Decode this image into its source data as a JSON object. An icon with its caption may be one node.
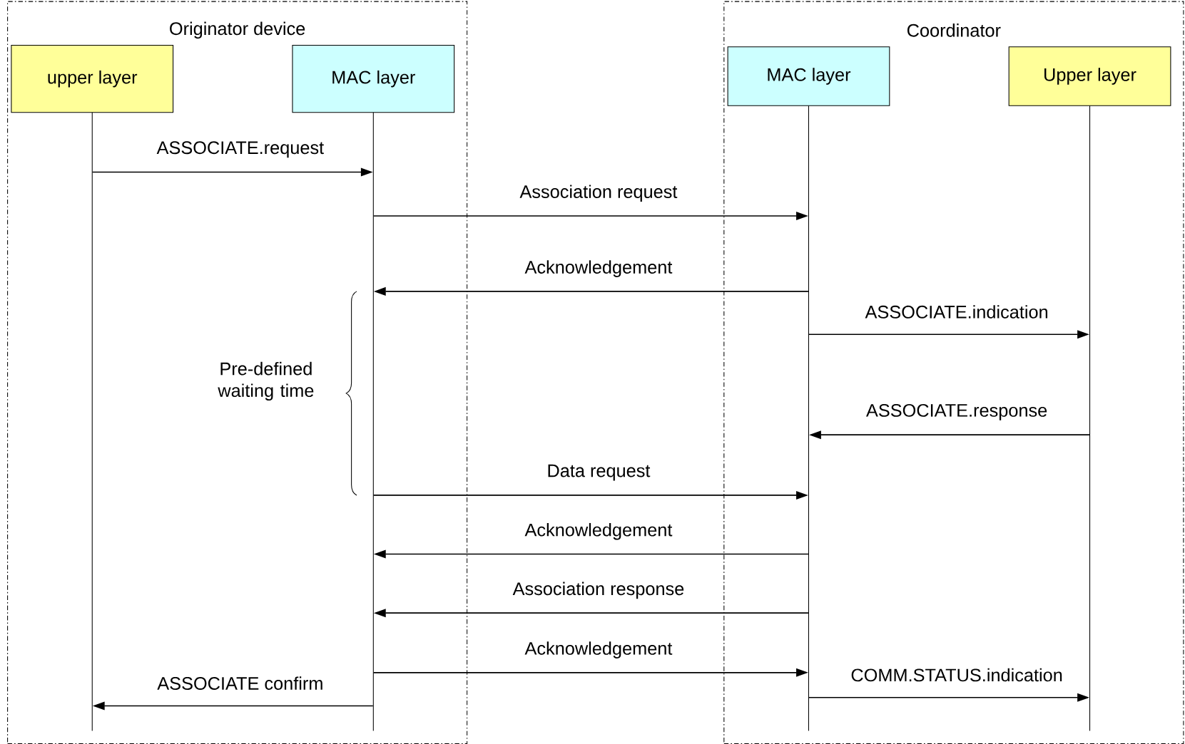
{
  "diagram": {
    "nodes": [
      {
        "text": [
          "Originator device"
        ]
      },
      {
        "text": [
          "upper layer"
        ],
        "in": 0
      },
      {
        "text": [
          "MAC layer"
        ],
        "in": 0
      },
      {
        "text": [
          "Coordinator"
        ]
      },
      {
        "text": [
          "MAC layer"
        ],
        "in": 3
      },
      {
        "text": [
          "Upper layer"
        ],
        "in": 3
      }
    ],
    "edges": [
      {
        "from": 1,
        "to": 2,
        "arrow": "to",
        "label": "ASSOCIATE.request"
      },
      {
        "from": 2,
        "to": 4,
        "arrow": "to",
        "label": "Association request"
      },
      {
        "from": 4,
        "to": 2,
        "arrow": "to",
        "label": "Acknowledgement"
      },
      {
        "from": 4,
        "to": 5,
        "arrow": "to",
        "label": "ASSOCIATE.indication"
      },
      {
        "from": 5,
        "to": 4,
        "arrow": "to",
        "label": "ASSOCIATE.response"
      },
      {
        "from": 2,
        "to": 4,
        "arrow": "to",
        "label": "Data request"
      },
      {
        "from": 4,
        "to": 2,
        "arrow": "to",
        "label": "Acknowledgement"
      },
      {
        "from": 4,
        "to": 2,
        "arrow": "to",
        "label": "Association response"
      },
      {
        "from": 2,
        "to": 4,
        "arrow": "to",
        "label": "Acknowledgement"
      },
      {
        "from": 4,
        "to": 5,
        "arrow": "to",
        "label": "COMM.STATUS.indication"
      },
      {
        "from": 2,
        "to": 1,
        "arrow": "to",
        "label": "ASSOCIATE confirm"
      }
    ],
    "labels": [
      "Pre-defined waiting time"
    ]
  }
}
